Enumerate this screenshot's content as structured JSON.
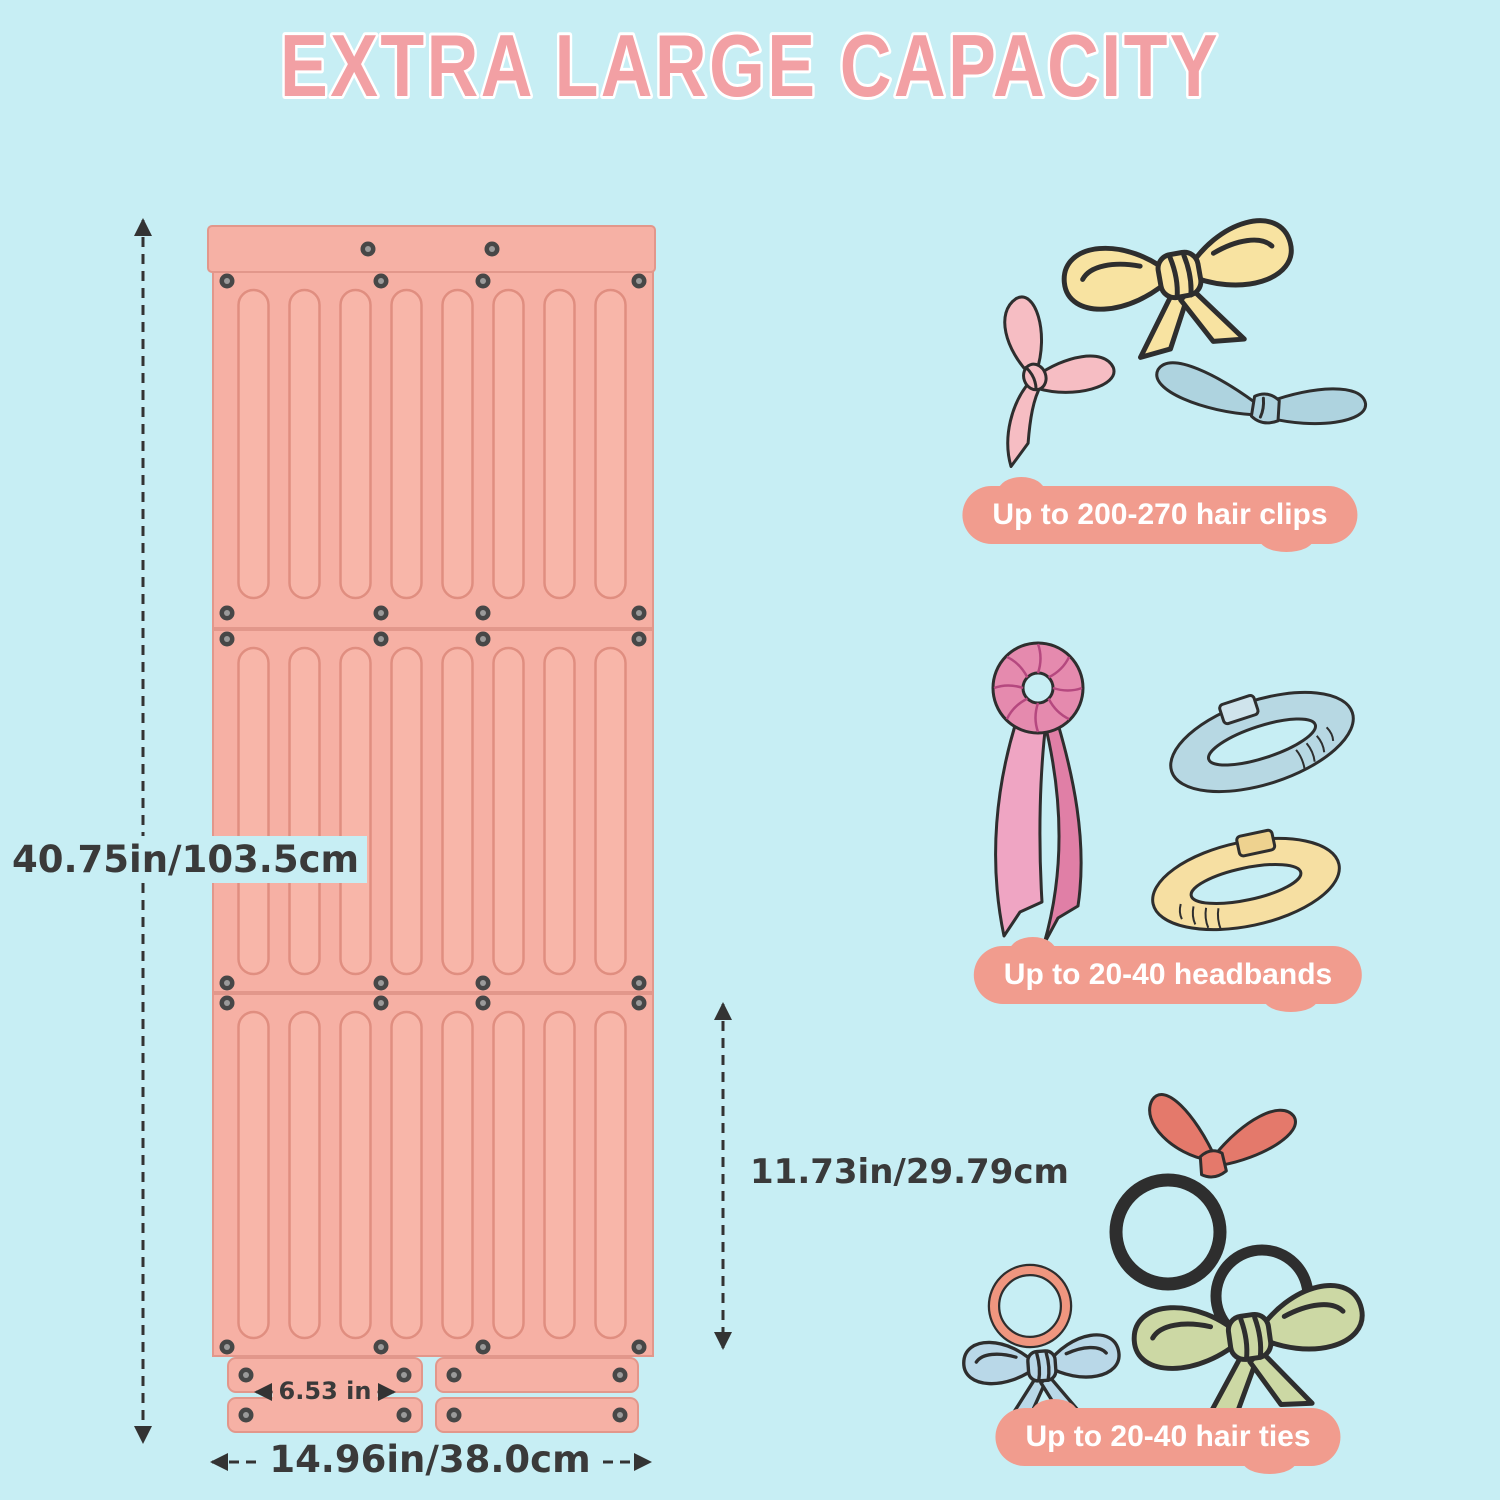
{
  "title": "EXTRA LARGE CAPACITY",
  "colors": {
    "background": "#c7eef4",
    "title_pink": "#f2a0a4",
    "product_pink": "#f6b0a4",
    "cloud_label": "#f19c8e",
    "dimension_text": "#3a3a3a"
  },
  "dimensions": {
    "total_height": "40.75in/103.5cm",
    "panel_height": "11.73in/29.79cm",
    "width": "14.96in/38.0cm",
    "strip_width": "6.53 in"
  },
  "capacities": [
    {
      "illustration": "hair-clip-bows",
      "label": "Up to 200-270 hair clips"
    },
    {
      "illustration": "scrunchie-and-headbands",
      "label": "Up to 20-40 headbands"
    },
    {
      "illustration": "hair-ties-and-bows",
      "label": "Up to 20-40 hair ties"
    }
  ]
}
